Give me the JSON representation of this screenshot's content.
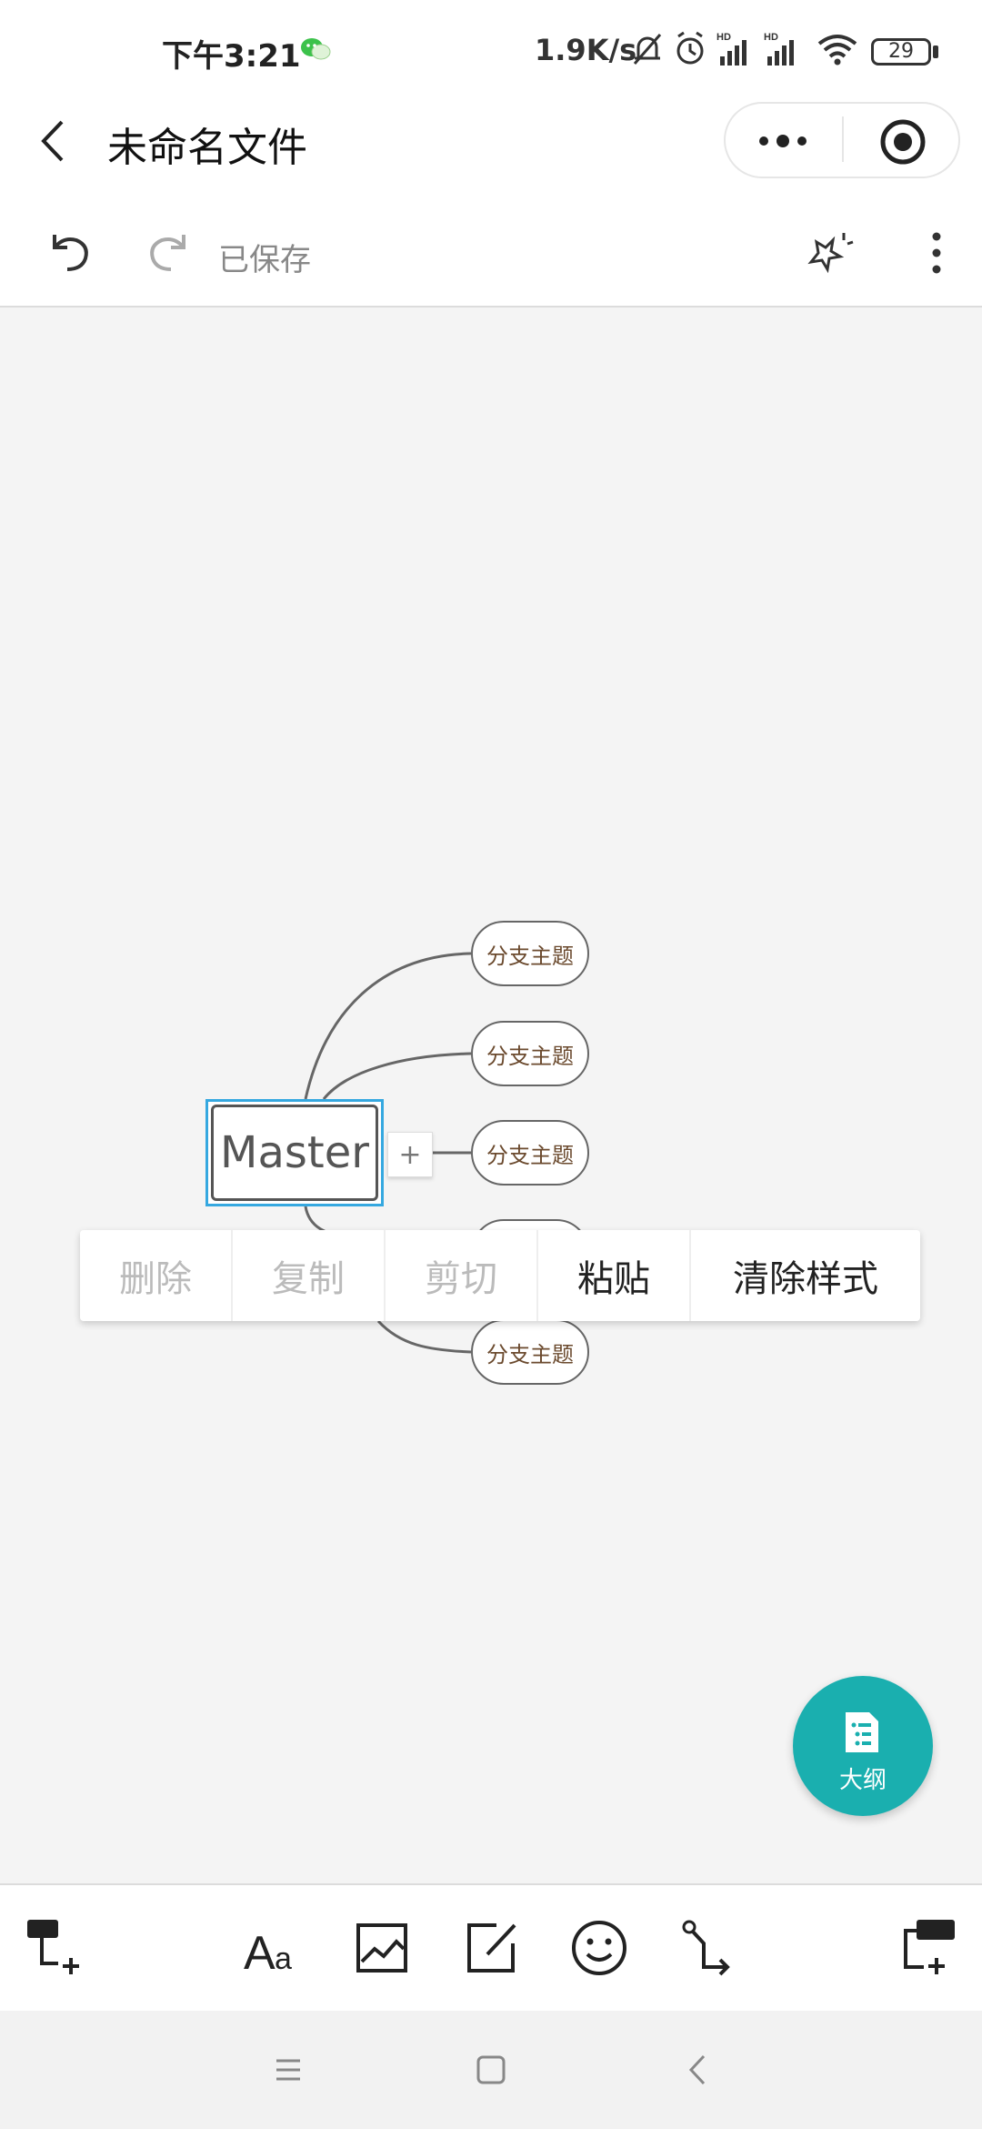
{
  "status_bar": {
    "time": "下午3:21",
    "net_speed": "1.9K/s",
    "battery": "29",
    "icons": [
      "wechat-icon",
      "mute-bell-icon",
      "alarm-icon",
      "signal-hd-icon",
      "signal-hd-icon",
      "wifi-icon",
      "battery-icon"
    ]
  },
  "title_bar": {
    "title": "未命名文件",
    "icons": [
      "back-icon",
      "more-icon",
      "close-mini-program-icon"
    ]
  },
  "toolbar": {
    "saved_label": "已保存",
    "icons": [
      "undo-icon",
      "redo-icon",
      "magic-wand-icon",
      "vertical-more-icon"
    ]
  },
  "mindmap": {
    "master_label": "Master",
    "add_child_label": "+",
    "branches": [
      "分支主题",
      "分支主题",
      "分支主题",
      "分支主题",
      "分支主题"
    ]
  },
  "context_menu": {
    "items": [
      {
        "label": "删除",
        "enabled": false
      },
      {
        "label": "复制",
        "enabled": false
      },
      {
        "label": "剪切",
        "enabled": false
      },
      {
        "label": "粘贴",
        "enabled": true
      },
      {
        "label": "清除样式",
        "enabled": true
      }
    ]
  },
  "outline_button": {
    "label": "大纲",
    "icon": "outline-doc-icon"
  },
  "bottom_toolbar": {
    "icons": [
      "add-subtopic-icon",
      "text-style-icon",
      "image-icon",
      "note-icon",
      "emoji-icon",
      "relationship-icon",
      "add-topic-icon"
    ]
  },
  "nav_bar": {
    "icons": [
      "menu-nav-icon",
      "home-nav-icon",
      "back-nav-icon"
    ]
  },
  "colors": {
    "accent": "#1aafaf",
    "selection": "#35a8e0",
    "branch_text": "#6b4a2e"
  }
}
